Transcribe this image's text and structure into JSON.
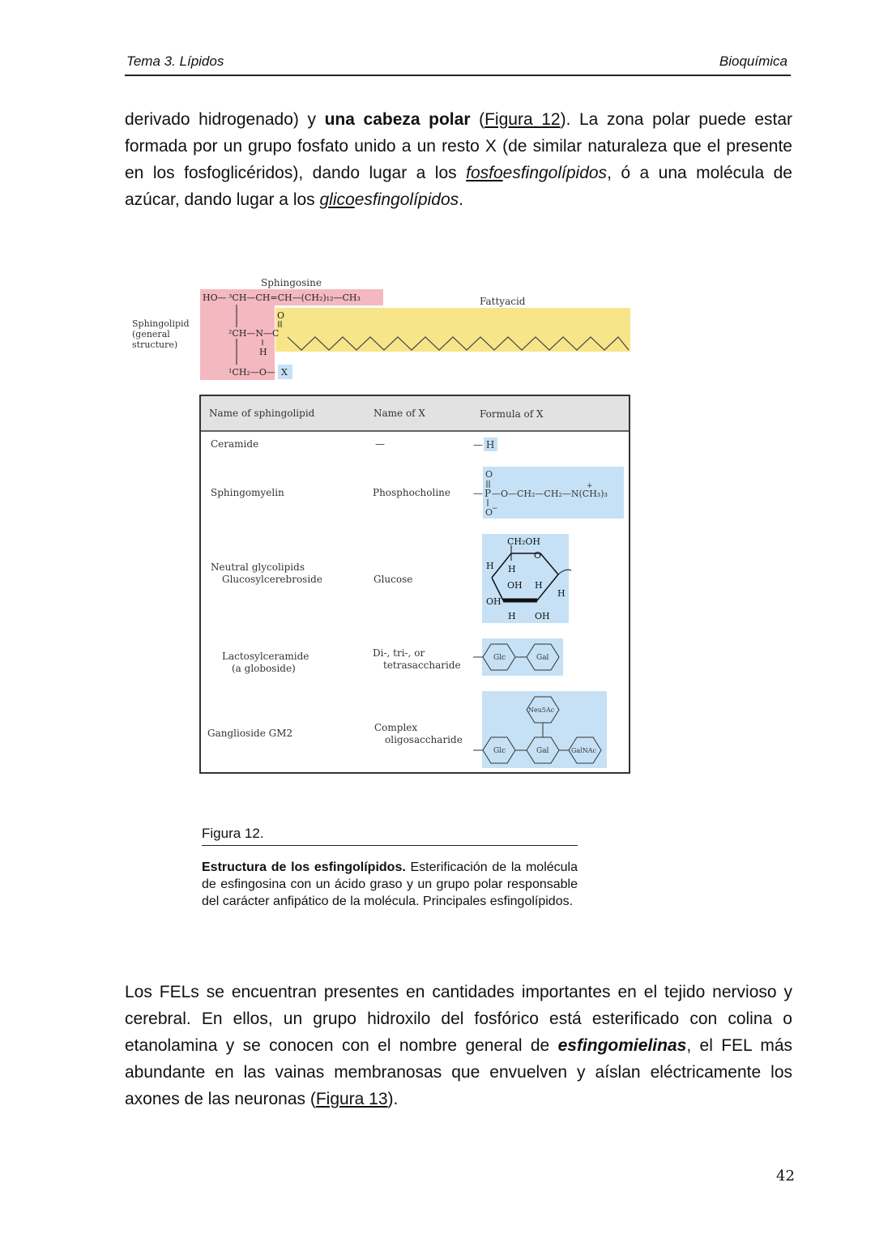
{
  "header": {
    "left": "Tema 3. Lípidos",
    "right": "Bioquímica"
  },
  "para1": {
    "t1": "derivado hidrogenado) y ",
    "b1": "una cabeza polar",
    "t2": " (",
    "link": "Figura 12",
    "t3": "). La zona polar puede estar formada por un grupo fosfato unido a un resto X (de similar naturaleza que el presente en los fosfoglicéridos), dando lugar a los ",
    "fosfo_u": "fosfo",
    "fosfo_rest": "esfingolípidos",
    "t4": ", ó a una molécula de azúcar, dando lugar a los ",
    "glico_u": "glico",
    "glico_rest": "esfingolípidos",
    "t5": "."
  },
  "figure": {
    "sphingosine_label": "Sphingosine",
    "fatty_acid_label": "Fattyacid",
    "side_label": [
      "Sphingolipid",
      "(general",
      "structure)"
    ],
    "structure": {
      "ho": "HO—",
      "c3": "³CH—CH=CH—(CH₂)₁₂—CH₃",
      "o": "O",
      "c2": "²CH—N—C",
      "h": "H",
      "c1": "¹CH₂—O—",
      "x": "X"
    },
    "table": {
      "headers": [
        "Name of sphingolipid",
        "Name of X",
        "Formula of X"
      ],
      "rows": [
        {
          "name": [
            "Ceramide"
          ],
          "x": [
            "—"
          ],
          "formula": "— H"
        },
        {
          "name": [
            "Sphingomyelin"
          ],
          "x": [
            "Phosphocholine"
          ],
          "formula": "phosphocholine"
        },
        {
          "name": [
            "Neutral glycolipids",
            "Glucosylcerebroside"
          ],
          "x": [
            "Glucose"
          ],
          "formula": "glucose"
        },
        {
          "name": [
            "Lactosylceramide",
            "(a globoside)"
          ],
          "x": [
            "Di-, tri-, or",
            "tetrasaccharide"
          ],
          "formula": "disaccharide"
        },
        {
          "name": [
            "Ganglioside GM2"
          ],
          "x": [
            "Complex",
            "oligosaccharide"
          ],
          "formula": "oligosaccharide"
        }
      ],
      "phosphocholine": {
        "o_top": "O",
        "p": "P",
        "chain": "—O—CH₂—CH₂—N(CH₃)₃",
        "plus": "+",
        "o_bottom": "O",
        "minus": "−",
        "dash": "—"
      },
      "glucose": {
        "ch2oh": "CH₂OH",
        "o": "O",
        "h1": "H",
        "h2": "H",
        "oh1": "OH",
        "h3": "H",
        "h4": "H",
        "oh_left": "OH",
        "h5": "H",
        "oh_bottom": "OH"
      },
      "sugars": {
        "glc": "Glc",
        "gal": "Gal",
        "neu5ac": "Neu5Ac",
        "galnac": "GalNAc"
      }
    }
  },
  "caption": {
    "title": "Figura 12.",
    "bold": "Estructura de los esfingolípidos.",
    "text": " Esterificación de la molécula de esfingosina con un ácido graso y un grupo polar responsable del carácter anfipático de la molécula. Principales esfingolípidos."
  },
  "para2": {
    "t1": "Los FELs se encuentran presentes en cantidades importantes en el tejido nervioso y cerebral. En ellos, un grupo hidroxilo del fosfórico está esterificado con colina o etanolamina y se conocen con el nombre general de ",
    "b1": "esfingomielinas",
    "t2": ",  el FEL más abundante en las vainas membranosas que envuelven y aíslan eléctricamente los axones de las neuronas (",
    "link": "Figura 13",
    "t3": ")."
  },
  "page_number": "42",
  "colors": {
    "pink": "#f4b8c0",
    "yellow": "#f7e58a",
    "blue": "#c6e1f5",
    "header_gray": "#e2e2e2"
  }
}
